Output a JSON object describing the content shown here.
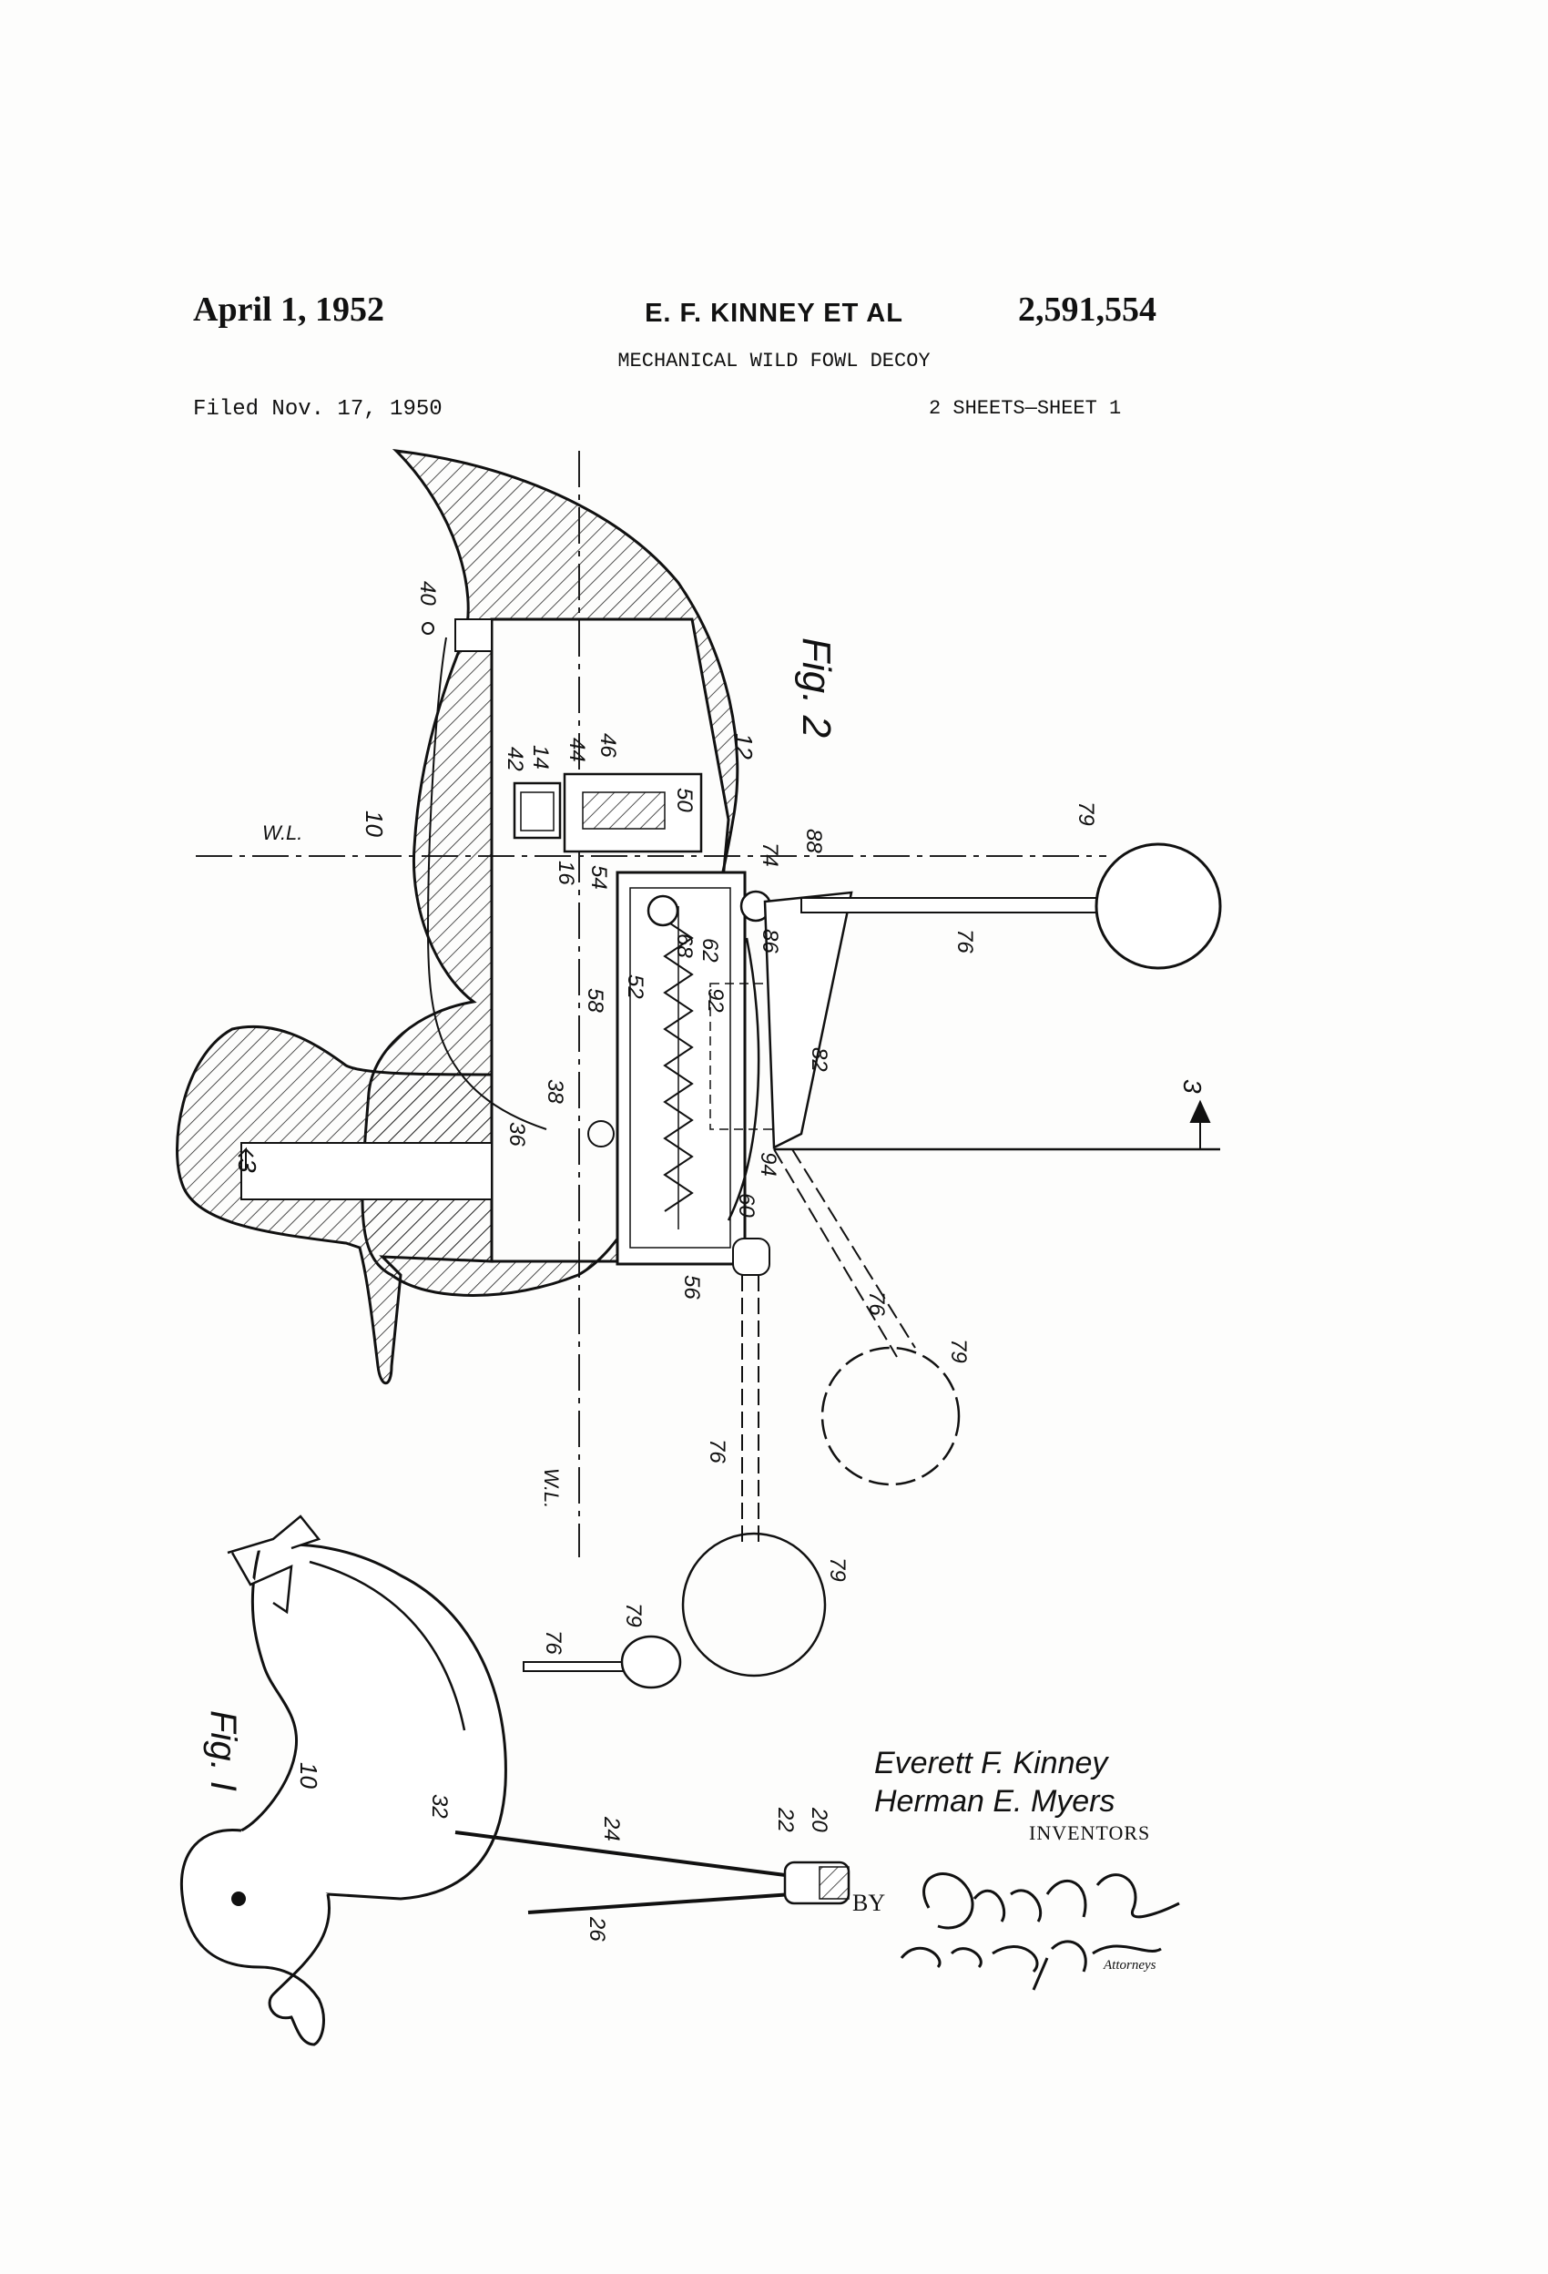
{
  "header": {
    "date": "April 1, 1952",
    "inventors": "E. F. KINNEY  ET AL",
    "patent_number": "2,591,554",
    "title": "MECHANICAL WILD FOWL DECOY",
    "filed": "Filed Nov. 17, 1950",
    "sheets": "2 SHEETS—SHEET 1"
  },
  "figures": {
    "fig1_label": "Fig. I",
    "fig2_label": "Fig. 2"
  },
  "fig2_labels": {
    "n10": "10",
    "n12": "12",
    "n14": "14",
    "n16": "16",
    "n36": "36",
    "n38": "38",
    "n40": "40",
    "n42": "42",
    "n44": "44",
    "n46": "46",
    "n50": "50",
    "n52": "52",
    "n54": "54",
    "n56": "56",
    "n58": "58",
    "n60": "60",
    "n62": "62",
    "n68": "68",
    "n74": "74",
    "n76a": "76",
    "n76b": "76",
    "n76c": "76",
    "n79a": "79",
    "n79b": "79",
    "n79c": "79",
    "n82": "82",
    "n86": "86",
    "n88": "88",
    "n92": "92",
    "n94": "94",
    "section_a": "3",
    "section_b": "3",
    "wl_top": "W.L.",
    "wl_bottom": "W.L."
  },
  "fig1_labels": {
    "n10": "10",
    "n20": "20",
    "n22": "22",
    "n24": "24",
    "n26": "26",
    "n32": "32",
    "n76": "76",
    "n79": "79"
  },
  "signature": {
    "inventor_1": "Everett F. Kinney",
    "inventor_2": "Herman E. Myers",
    "inventors_label": "INVENTORS",
    "by": "BY",
    "attorney_signature": "Clarence A. O'Brien and Harvey B. Jacobson",
    "attorneys_label": "Attorneys"
  }
}
